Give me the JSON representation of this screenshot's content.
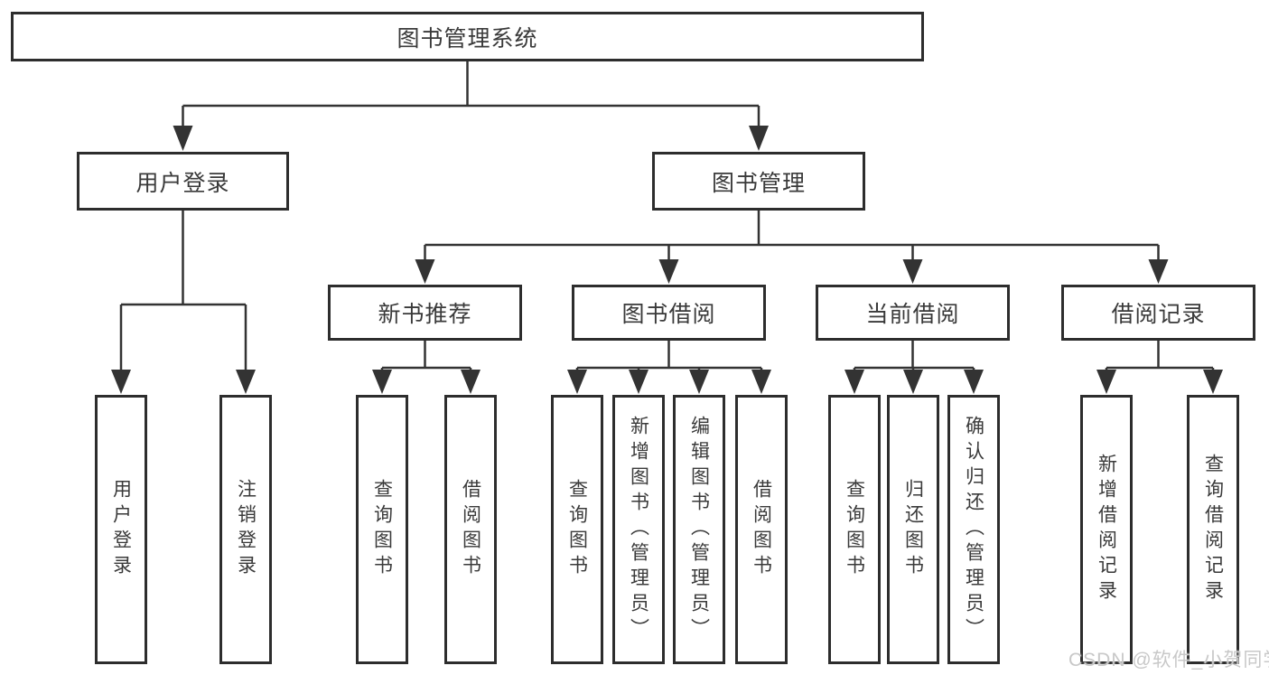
{
  "diagram": {
    "root": "图书管理系统",
    "branches": {
      "user_login": {
        "label": "用户登录",
        "children": [
          "用户登录",
          "注销登录"
        ]
      },
      "book_management": {
        "label": "图书管理",
        "sections": {
          "new_books": {
            "label": "新书推荐",
            "children": [
              "查询图书",
              "借阅图书"
            ]
          },
          "book_borrowing": {
            "label": "图书借阅",
            "children": [
              "查询图书",
              "新增图书（管理员）",
              "编辑图书（管理员）",
              "借阅图书"
            ]
          },
          "current_borrowing": {
            "label": "当前借阅",
            "children": [
              "查询图书",
              "归还图书",
              "确认归还（管理员）"
            ]
          },
          "borrowing_records": {
            "label": "借阅记录",
            "children": [
              "新增借阅记录",
              "查询借阅记录"
            ]
          }
        }
      }
    }
  },
  "watermark": "CSDN @软件_小贺同学",
  "colors": {
    "background": "#ffffff",
    "line": "#333333",
    "box_border": "#2d2d2d",
    "text": "#3a3a3a",
    "watermark": "#c8c8c8"
  }
}
